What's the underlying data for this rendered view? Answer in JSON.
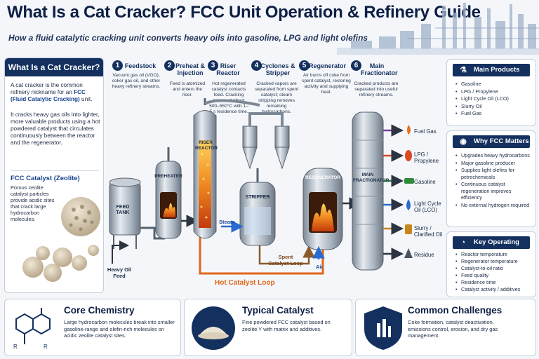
{
  "header": {
    "title": "What Is a Cat Cracker? FCC Unit Operation & Refinery Guide",
    "subtitle": "How a fluid catalytic cracking unit converts heavy oils into gasoline, LPG and light olefins"
  },
  "left_panel": {
    "heading": "What Is a Cat Cracker?",
    "intro_prefix": "A cat cracker is the common refinery nickname for an ",
    "intro_highlight": "FCC (Fluid Catalytic Cracking)",
    "intro_suffix": " unit.",
    "paragraph2": "It cracks heavy gas oils into lighter, more valuable products using a hot powdered catalyst that circulates continuously between the reactor and the regenerator.",
    "catalyst_heading": "FCC Catalyst (Zeolite)",
    "catalyst_text": "Porous zeolite catalyst particles provide acidic sites that crack large hydrocarbon molecules."
  },
  "steps": [
    {
      "num": "1",
      "title": "Feedstock",
      "desc": "Vacuum gas oil (VGO), coker gas oil, and other heavy refinery streams."
    },
    {
      "num": "2",
      "title": "Preheat & Injection",
      "desc": "Feed is atomized and enters the riser."
    },
    {
      "num": "3",
      "title": "Riser Reactor",
      "desc": "Hot regenerated catalyst contacts feed. Cracking occurs at about 500–550°C with 1–5 s residence time."
    },
    {
      "num": "4",
      "title": "Cyclones & Stripper",
      "desc": "Cracked vapors are separated from spent catalyst; steam stripping removes remaining hydrocarbons."
    },
    {
      "num": "5",
      "title": "Regenerator",
      "desc": "Air burns off coke from spent catalyst, restoring activity and supplying heat."
    },
    {
      "num": "6",
      "title": "Main Fractionator",
      "desc": "Cracked products are separated into useful refinery streams."
    }
  ],
  "vessels": {
    "feed_tank": "FEED TANK",
    "preheater": "PREHEATER",
    "riser": "RISER REACTOR",
    "stripper": "STRIPPER",
    "regenerator": "REGENERATOR",
    "fractionator": "MAIN FRACTIONATOR"
  },
  "flow_labels": {
    "heavy_oil_feed": "Heavy Oil Feed",
    "steam": "Steam",
    "spent_catalyst": "Spent Catalyst Loop",
    "air": "Air",
    "hot_loop": "Hot Catalyst Loop"
  },
  "products": [
    "Fuel Gas",
    "LPG / Propylene",
    "Gasoline",
    "Light Cycle Oil (LCO)",
    "Slurry / Clarified Oil",
    "Residue"
  ],
  "main_products": {
    "heading": "Main Products",
    "items": [
      "Gasoline",
      "LPG / Propylene",
      "Light Cycle Oil (LCO)",
      "Slurry Oil",
      "Fuel Gas"
    ]
  },
  "why_fcc": {
    "heading": "Why FCC Matters",
    "items": [
      "Upgrades heavy hydrocarbons",
      "Major gasoline producer",
      "Supplies light olefins for petrochemicals",
      "Continuous catalyst regeneration improves efficiency",
      "No external hydrogen required"
    ]
  },
  "variables": {
    "heading": "Key Operating Variables",
    "items": [
      "Reactor temperature",
      "Regenerator temperature",
      "Catalyst-to-oil ratio",
      "Feed quality",
      "Residence time",
      "Catalyst activity / additives"
    ]
  },
  "bottom": {
    "chemistry_title": "Core Chemistry",
    "chemistry_text": "Large hydrocarbon molecules break into smaller gasoline-range and olefin-rich molecules on acidic zeolite catalyst sites.",
    "catalyst_title": "Typical Catalyst",
    "catalyst_text": "Fine powdered FCC catalyst based on zeolite Y with matrix and additives.",
    "challenges_title": "Common Challenges",
    "challenges_text": "Coke formation, catalyst deactivation, emissions control, erosion, and dry gas management."
  },
  "colors": {
    "navy": "#13305f",
    "hot_loop": "#e0651a",
    "spent_loop": "#8a5a2b",
    "steel": "#9aa5b1"
  }
}
